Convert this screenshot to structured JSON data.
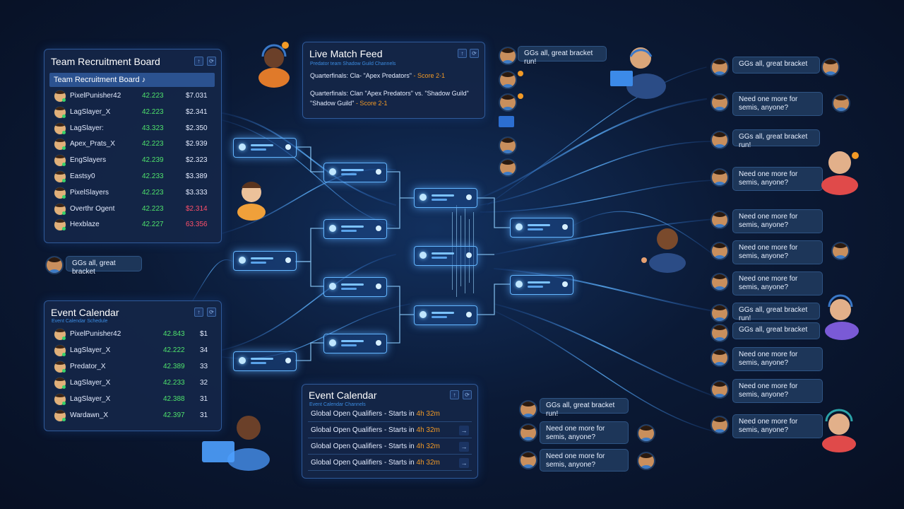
{
  "recruitment": {
    "title": "Team Recruitment Board",
    "header_row": "Team Recruitment Board ♪",
    "rows": [
      {
        "name": "PixelPunisher42",
        "v1": "42.223",
        "v2": "$7.031"
      },
      {
        "name": "LagSlayer_X",
        "v1": "42.223",
        "v2": "$2.341"
      },
      {
        "name": "LagSlayer:",
        "v1": "43.323",
        "v2": "$2.350"
      },
      {
        "name": "Apex_Prats_X",
        "v1": "42.223",
        "v2": "$2.939"
      },
      {
        "name": "EngSlayers",
        "v1": "42.239",
        "v2": "$2.323"
      },
      {
        "name": "Eastsy0",
        "v1": "42.233",
        "v2": "$3.389"
      },
      {
        "name": "PixelSlayers",
        "v1": "42.223",
        "v2": "$3.333"
      },
      {
        "name": "Overthr Ogent",
        "v1": "42.223",
        "v2": "$2.314"
      },
      {
        "name": "Hexblaze",
        "v1": "42.227",
        "v2": "63.356"
      }
    ]
  },
  "live_feed": {
    "title": "Live Match Feed",
    "subtitle": "Predator team Shadow Guild Channels",
    "line1_pre": "Quarterfinals: Cla- \"Apex Predators\"",
    "line1_score": " - Score 2-1",
    "line2": "Quarterfinals: Clan \"Apex Predators\" vs. \"Shadow Guild\"",
    "line3_pre": "\"Shadow Guild\"",
    "line3_score": " - Score 2-1"
  },
  "calendar_left": {
    "title": "Event Calendar",
    "subtitle": "Event Calendar Schedule",
    "rows": [
      {
        "name": "PixelPunisher42",
        "v1": "42.843",
        "v2": "$1"
      },
      {
        "name": "LagSlayer_X",
        "v1": "42.222",
        "v2": "34"
      },
      {
        "name": "Predator_X",
        "v1": "42.389",
        "v2": "33"
      },
      {
        "name": "LagSlayer_X",
        "v1": "42.233",
        "v2": "32"
      },
      {
        "name": "LagSlayer_X",
        "v1": "42.388",
        "v2": "31"
      },
      {
        "name": "Wardawn_X",
        "v1": "42.397",
        "v2": "31"
      }
    ]
  },
  "calendar_bottom": {
    "title": "Event Calendar",
    "subtitle": "Event Calendar Channels",
    "rows": [
      {
        "pre": "Global Open Qualifiers - Starts in ",
        "time": "4h 32m"
      },
      {
        "pre": "Global Open Qualifiers - Starts in ",
        "time": "4h 32m"
      },
      {
        "pre": "Global Open Qualifiers - Starts in ",
        "time": "4h 32m"
      },
      {
        "pre": "Global Open Qualifiers - Starts in ",
        "time": "4h 32m"
      }
    ]
  },
  "chat": {
    "left_bubble": "GGs all, great bracket",
    "top_bubble": "GGs all, great bracket run!",
    "right": [
      "GGs all, great bracket",
      "Need one more for semis, anyone?",
      "GGs all, great bracket run!",
      "Need one more for semis, anyone?",
      "Need one more for semis, anyone?",
      "Need one more for semis, anyone?",
      "Need one more for semis, anyone?",
      "GGs all, great bracket run!",
      "GGs all, great bracket",
      "Need one more for semis, anyone?",
      "Need one more for semis, anyone?",
      "Need one more for semis, anyone?"
    ],
    "bottom": [
      "GGs all, great bracket run!",
      "Need one more for semis, anyone?",
      "Need one more for semis, anyone?"
    ]
  },
  "icons": {
    "panel_up": "↑",
    "panel_sync": "⟳",
    "row_arrow": "→"
  },
  "colors": {
    "accent_green": "#4fe36c",
    "accent_red": "#ff4f6a",
    "accent_orange": "#f29a26",
    "accent_blue": "#3b8be0"
  }
}
